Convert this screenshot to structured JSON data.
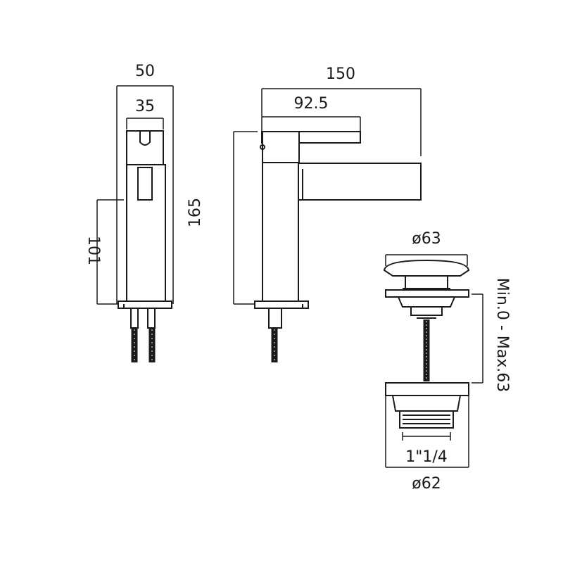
{
  "side_view": {
    "width_outer": "50",
    "width_inner": "35",
    "height": "101"
  },
  "front_view": {
    "overall_length": "150",
    "lever_length": "92.5",
    "height": "165"
  },
  "waste": {
    "cap_diameter": "ø63",
    "adjustment": "Min.0 - Max.63",
    "thread": "1\"1/4",
    "body_diameter": "ø62"
  }
}
